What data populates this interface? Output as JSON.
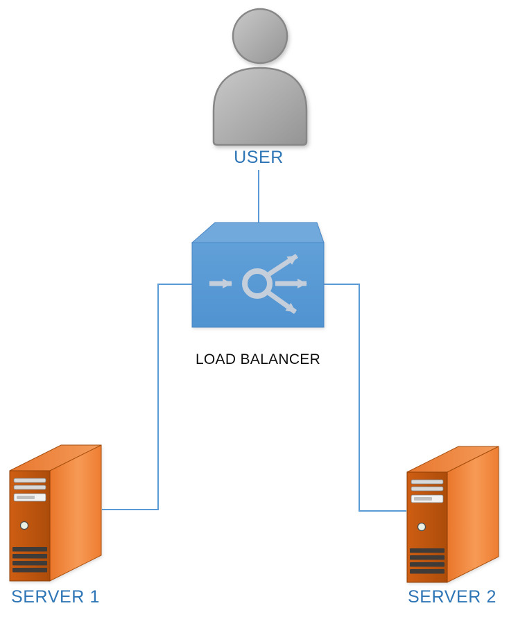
{
  "diagram": {
    "nodes": {
      "user": {
        "label": "USER",
        "icon": "person-icon"
      },
      "load_balancer": {
        "label": "LOAD BALANCER",
        "icon": "load-balancer-routing-icon"
      },
      "server1": {
        "label": "SERVER 1",
        "icon": "server-tower-icon"
      },
      "server2": {
        "label": "SERVER 2",
        "icon": "server-tower-icon"
      }
    },
    "edges": [
      {
        "from": "USER",
        "to": "LOAD BALANCER"
      },
      {
        "from": "LOAD BALANCER",
        "to": "SERVER 1"
      },
      {
        "from": "LOAD BALANCER",
        "to": "SERVER 2"
      }
    ],
    "colors": {
      "label_blue": "#2E75B6",
      "label_black": "#0D0D0D",
      "connector": "#5B9BD5",
      "load_balancer_front": "#5B9BD5",
      "load_balancer_top": "#72A9DC",
      "routing_arrows": "#CBD2DC",
      "server_front": "#C55A11",
      "server_side": "#ED7D31",
      "server_top": "#E8772E",
      "user_silhouette": "#A8A8A8"
    }
  }
}
